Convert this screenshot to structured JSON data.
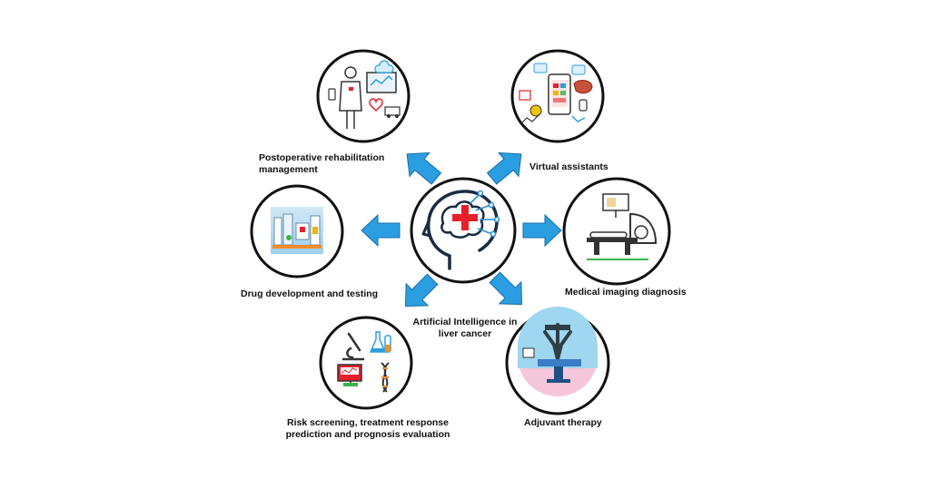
{
  "diagram": {
    "center_label": "Artificial Intelligence in\nliver  cancer",
    "nodes": [
      {
        "id": "postop",
        "label": "Postoperative rehabilitation\nmanagement"
      },
      {
        "id": "virtual",
        "label": "Virtual assistants"
      },
      {
        "id": "imaging",
        "label": "Medical imaging diagnosis"
      },
      {
        "id": "adjuvant",
        "label": "Adjuvant therapy"
      },
      {
        "id": "risk",
        "label": "Risk screening, treatment response\nprediction and prognosis evaluation"
      },
      {
        "id": "drug",
        "label": "Drug development and testing"
      }
    ],
    "colors": {
      "arrow": "#2a9ee0",
      "arrow_stroke": "#1a6fa8",
      "cross": "#e8202a",
      "circle_stroke": "#111111"
    }
  }
}
